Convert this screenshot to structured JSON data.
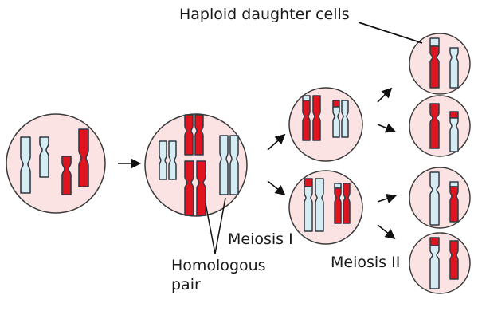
{
  "labels": {
    "haploid": "Haploid daughter cells",
    "meiosis_1": "Meiosis I",
    "homologous_line1": "Homologous",
    "homologous_line2": "pair",
    "meiosis_2": "Meiosis II"
  },
  "colors": {
    "cell_fill": "#fbe3e3",
    "cell_stroke": "#3a3a3a",
    "chromosome_red": "#e0141e",
    "chromosome_blue": "#d6ecf3",
    "chromosome_stroke": "#2f3a45",
    "arrow": "#111111"
  }
}
